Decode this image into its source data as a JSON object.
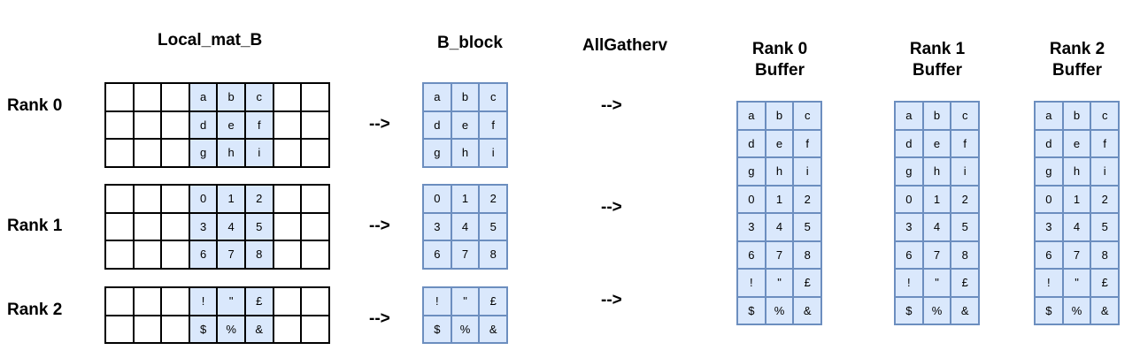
{
  "headers": {
    "local_mat": "Local_mat_B",
    "b_block": "B_block",
    "allgatherv": "AllGatherv",
    "rank0_buffer": [
      "Rank 0",
      "Buffer"
    ],
    "rank1_buffer": [
      "Rank 1",
      "Buffer"
    ],
    "rank2_buffer": [
      "Rank 2",
      "Buffer"
    ]
  },
  "ranks": [
    {
      "label": "Rank 0",
      "rows": [
        [
          "a",
          "b",
          "c"
        ],
        [
          "d",
          "e",
          "f"
        ],
        [
          "g",
          "h",
          "i"
        ]
      ]
    },
    {
      "label": "Rank 1",
      "rows": [
        [
          "0",
          "1",
          "2"
        ],
        [
          "3",
          "4",
          "5"
        ],
        [
          "6",
          "7",
          "8"
        ]
      ]
    },
    {
      "label": "Rank 2",
      "rows": [
        [
          "!",
          "\"",
          "£"
        ],
        [
          "$",
          "%",
          "&"
        ]
      ]
    }
  ],
  "arrow_text": "-->",
  "buffer_rows": [
    [
      "a",
      "b",
      "c"
    ],
    [
      "d",
      "e",
      "f"
    ],
    [
      "g",
      "h",
      "i"
    ],
    [
      "0",
      "1",
      "2"
    ],
    [
      "3",
      "4",
      "5"
    ],
    [
      "6",
      "7",
      "8"
    ],
    [
      "!",
      "\"",
      "£"
    ],
    [
      "$",
      "%",
      "&"
    ]
  ],
  "colors": {
    "block_fill": "#dae8fc",
    "block_border": "#6c8ebf",
    "grid_border": "#000000"
  }
}
